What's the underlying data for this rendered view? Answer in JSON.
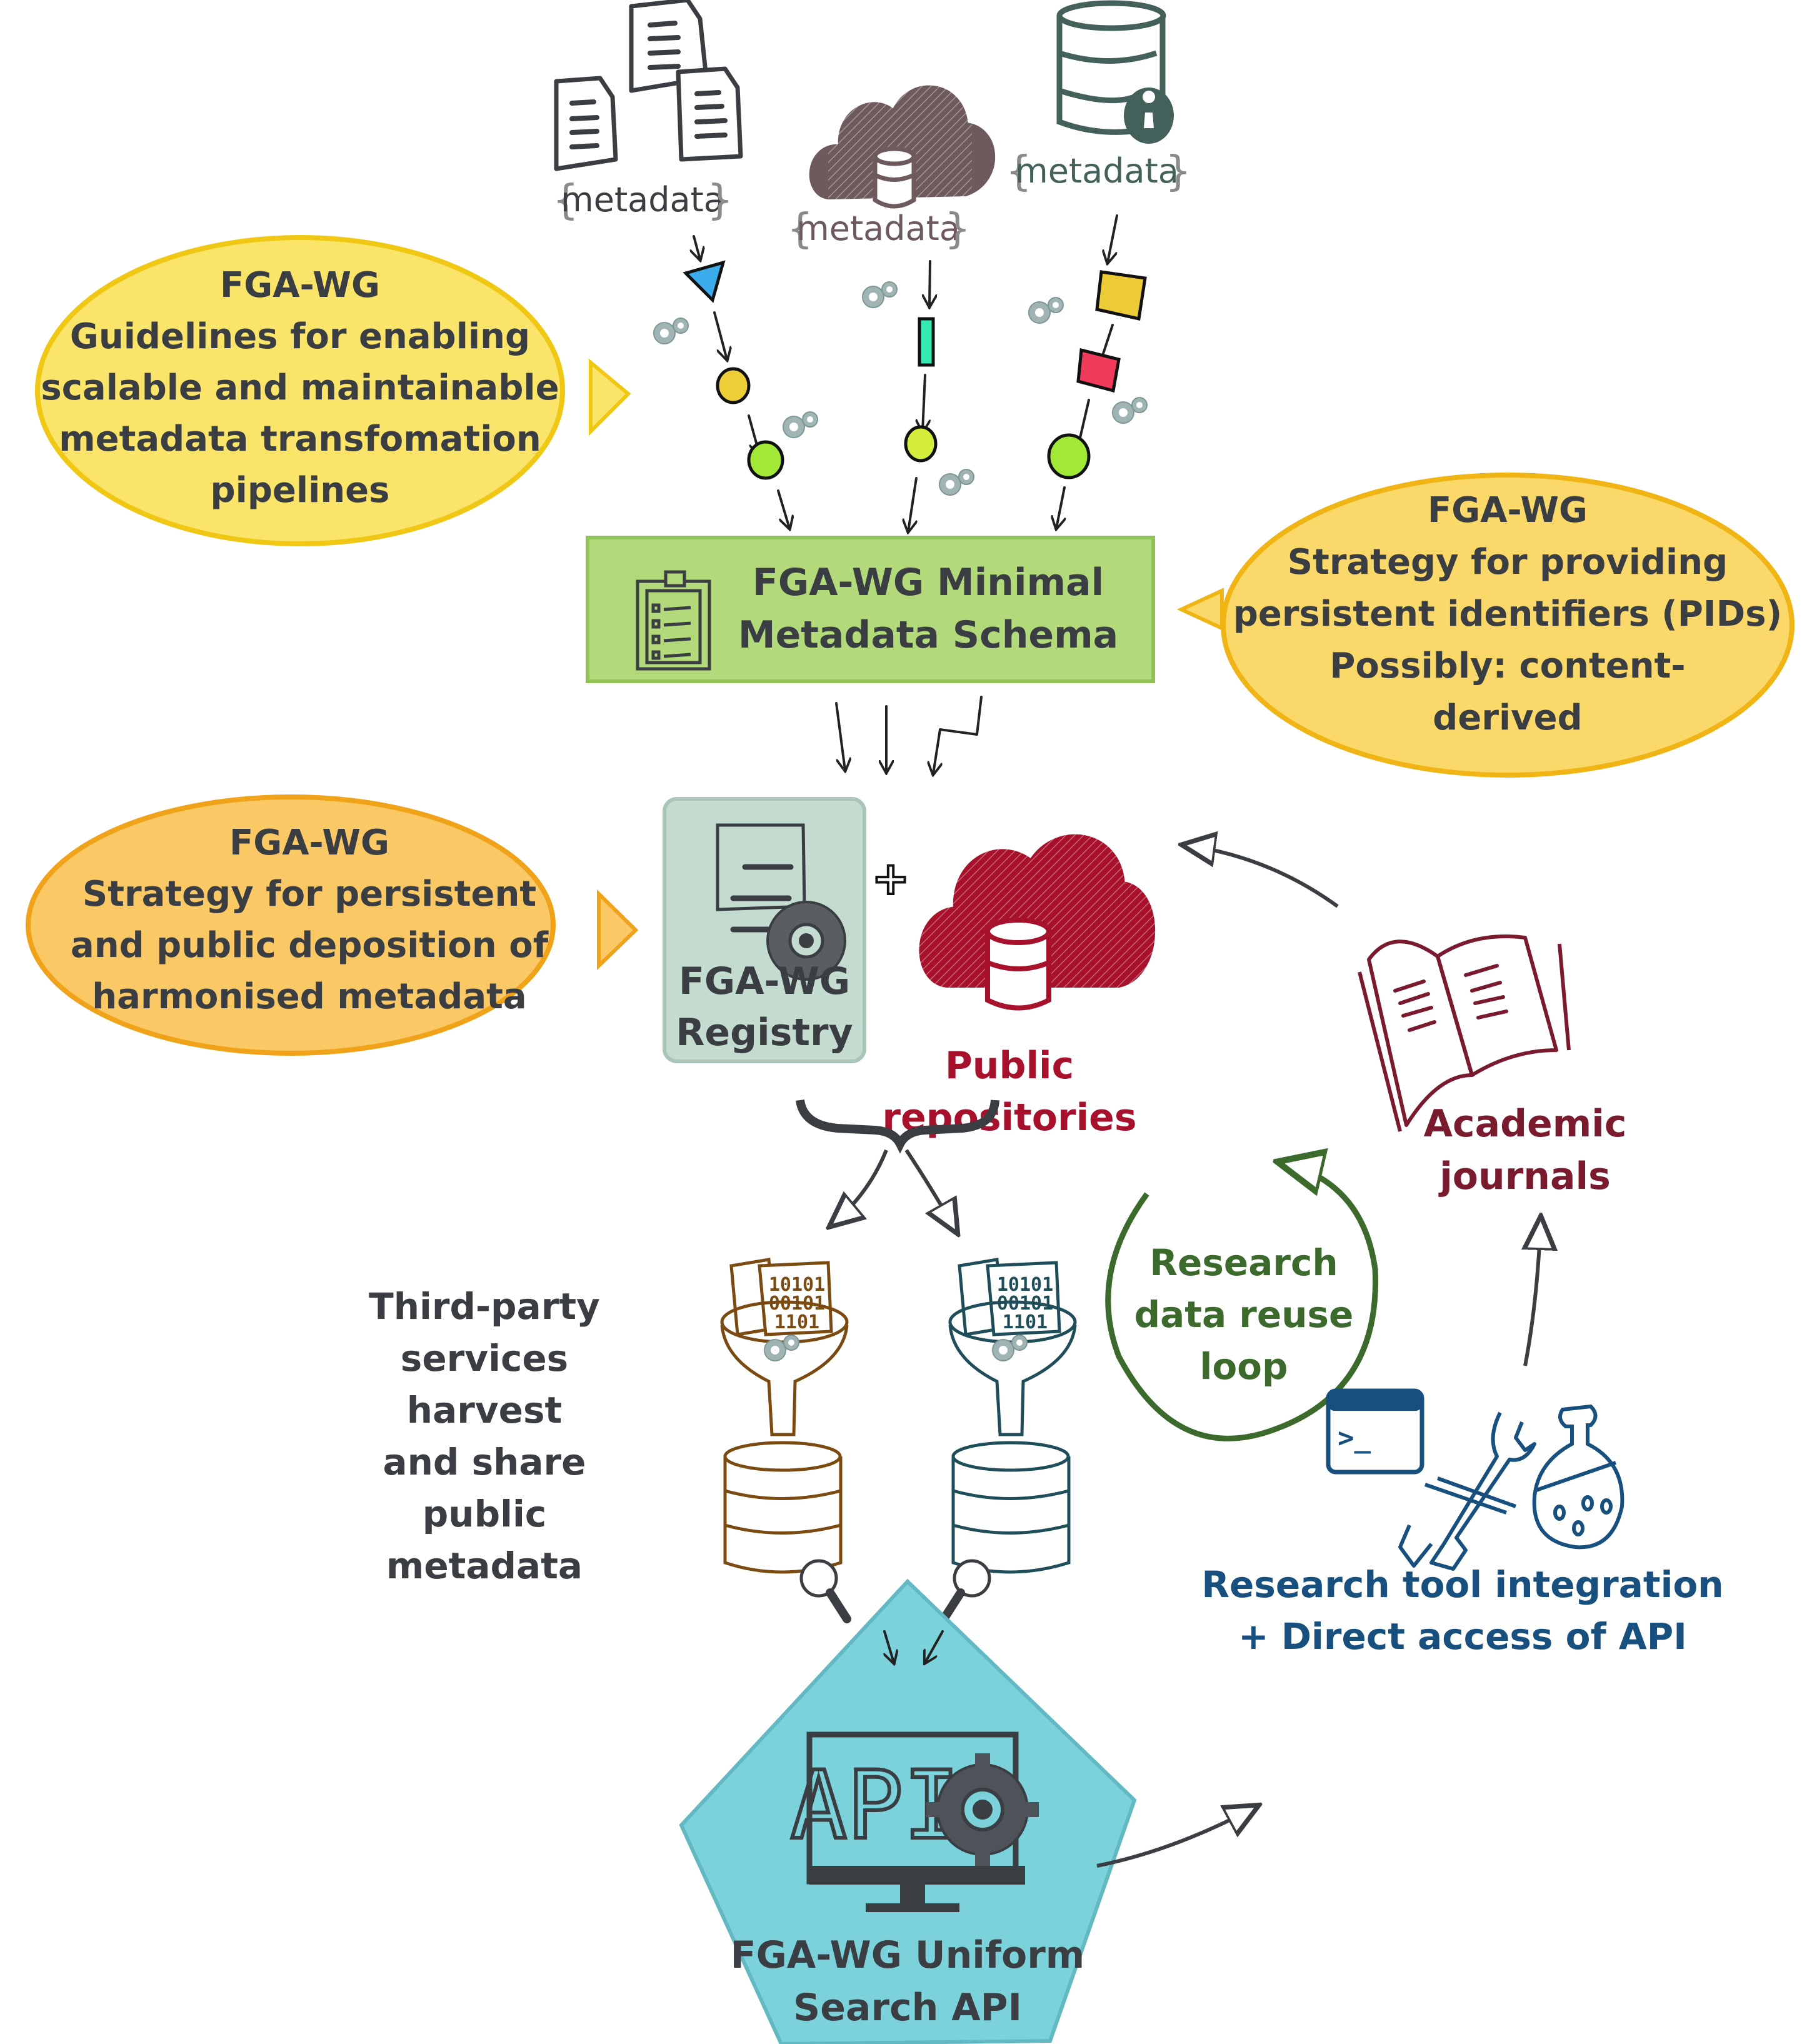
{
  "sources": [
    {
      "icon": "documents-icon",
      "label": "metadata",
      "color": "#3a3e42"
    },
    {
      "icon": "cloud-database-icon",
      "label": "metadata",
      "color": "#6e5a5c"
    },
    {
      "icon": "locked-database-icon",
      "label": "metadata",
      "color": "#44605a"
    }
  ],
  "callouts": {
    "pipelines": {
      "lines": [
        "FGA-WG",
        "Guidelines for enabling",
        "scalable and maintainable",
        "metadata transfomation",
        "pipelines"
      ],
      "fill": "#fbe46a",
      "stroke": "#f0c814"
    },
    "pids": {
      "lines": [
        "FGA-WG",
        "Strategy for providing",
        "persistent identifiers (PIDs)",
        "Possibly: content-",
        "derived"
      ],
      "fill": "#fbd86a",
      "stroke": "#f0b514"
    },
    "deposition": {
      "lines": [
        "FGA-WG",
        "Strategy for persistent",
        "and public deposition of",
        "harmonised metadata"
      ],
      "fill": "#fbc866",
      "stroke": "#f0a218"
    }
  },
  "pipeline_shapes": {
    "left": [
      "#3aacec",
      "#eccf36",
      "#a2e836"
    ],
    "middle": [
      "#36eab4",
      "#d4ec3a"
    ],
    "right": [
      "#eccb36",
      "#ef3a5a",
      "#a2e836"
    ]
  },
  "schema_box": {
    "lines": [
      "FGA-WG Minimal",
      "Metadata Schema"
    ],
    "fill": "#b2d97a",
    "stroke": "#8fc35a"
  },
  "registry_box": {
    "lines": [
      "FGA-WG",
      "Registry"
    ],
    "fill": "#c4dbd0",
    "stroke": "#aac5b8"
  },
  "plus_symbol": "+",
  "public_repos": {
    "lines": [
      "Public",
      "repositories"
    ],
    "color": "#a8112b"
  },
  "harvesters": [
    {
      "binary_lines": [
        "10101",
        "00101",
        "1101"
      ],
      "color": "#7a4a10"
    },
    {
      "binary_lines": [
        "10101",
        "00101",
        "1101"
      ],
      "color": "#1f4e5a"
    }
  ],
  "third_party_text": [
    "Third-party",
    "services",
    "harvest",
    "and share",
    "public",
    "metadata"
  ],
  "api": {
    "icon_text": "API",
    "lines": [
      "FGA-WG Uniform",
      "Search API"
    ],
    "fill": "#7bd2db",
    "stroke": "#62b9c4"
  },
  "research_tools": {
    "lines": [
      "Research tool integration",
      "+ Direct access of API"
    ],
    "color": "#174f7e",
    "terminal_prompt": ">_"
  },
  "reuse_loop": {
    "lines": [
      "Research",
      "data reuse",
      "loop"
    ],
    "color": "#3c6a2c"
  },
  "journals": {
    "lines": [
      "Academic",
      "journals"
    ],
    "color": "#7a1a2e"
  }
}
